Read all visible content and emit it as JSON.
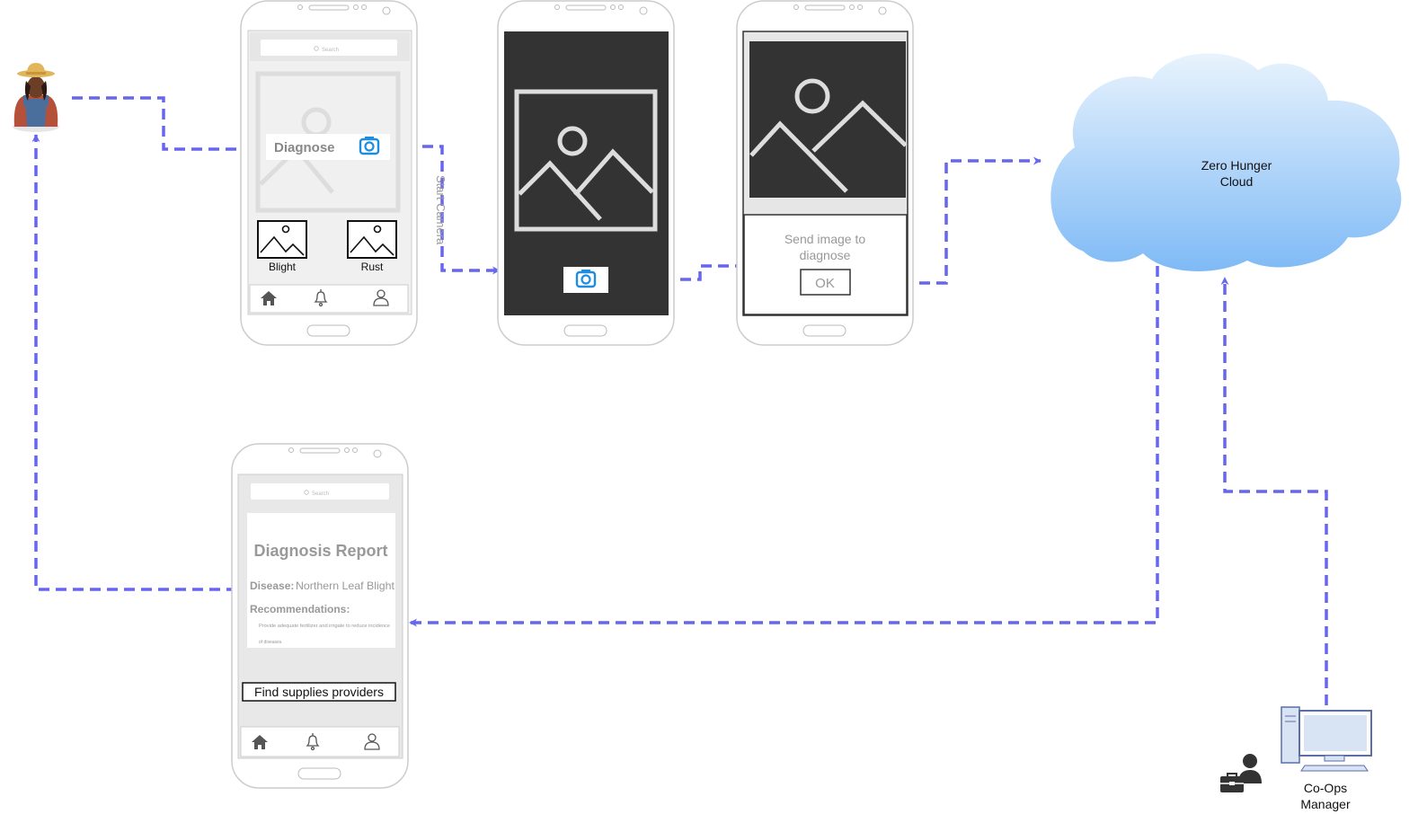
{
  "colors": {
    "connector": "#6666ee",
    "phone_frame": "#cccccc",
    "screen_light": "#f0f0f0",
    "screen_dark": "#333333",
    "camera_blue": "#1e8de0",
    "cloud_top": "#e8f3fd",
    "cloud_bottom": "#7fbaf6",
    "muted_text": "#999999"
  },
  "phone1": {
    "search_placeholder": "Search",
    "diagnose_label": "Diagnose",
    "thumb_left_label": "Blight",
    "thumb_right_label": "Rust",
    "nav_icons": [
      "home-icon",
      "bell-icon",
      "user-icon"
    ]
  },
  "phone2": {
    "button_icon": "camera-icon"
  },
  "phone3": {
    "dialog_text_line1": "Send image to",
    "dialog_text_line2": "diagnose",
    "ok_label": "OK"
  },
  "connector_label": "Start Camera",
  "cloud": {
    "line1": "Zero Hunger",
    "line2": "Cloud"
  },
  "manager": {
    "line1": "Co-Ops",
    "line2": "Manager"
  },
  "report_phone": {
    "search_placeholder": "Search",
    "title": "Diagnosis Report",
    "disease_label": "Disease:",
    "disease_value": "Northern Leaf Blight",
    "recommendations_label": "Recommendations:",
    "recommendation_line1": "Provide adequate fertilizer and irrigate to reduce incidence",
    "recommendation_line2": "of diseases.",
    "supplies_button": "Find supplies providers",
    "nav_icons": [
      "home-icon",
      "bell-icon",
      "user-icon"
    ]
  }
}
